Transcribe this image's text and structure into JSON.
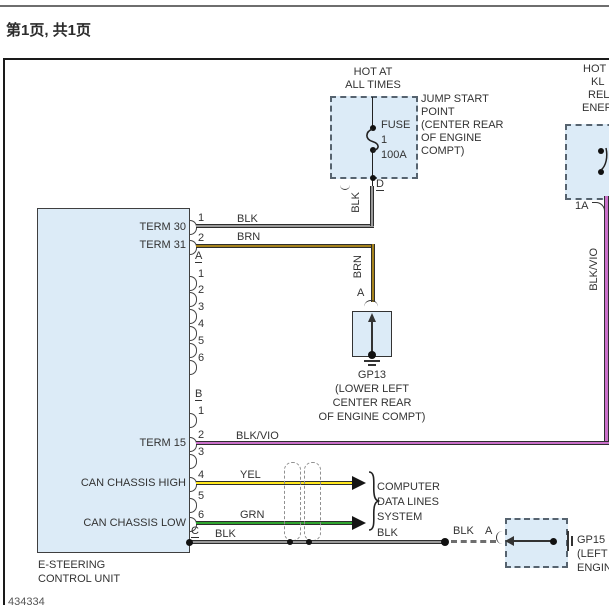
{
  "page": {
    "label": "第1页, 共1页",
    "doc_number": "434334"
  },
  "colors": {
    "box-fill": "#dcebf7",
    "wire-blk": "#9a9a9a",
    "wire-brn": "#a5821c",
    "wire-vio": "#ca70ca",
    "wire-yel": "#ffe71e",
    "wire-grn": "#2fa42f"
  },
  "power_fuse": {
    "title_line1": "HOT AT",
    "title_line2": "ALL TIMES",
    "fuse_name": "FUSE",
    "fuse_number": "1",
    "fuse_rating": "100A",
    "note_line1": "JUMP START",
    "note_line2": "POINT",
    "note_line3": "(CENTER REAR",
    "note_line4": "OF ENGINE",
    "note_line5": "COMPT)",
    "connector": "D"
  },
  "power_relay": {
    "title_line1": "HOT",
    "title_line2": "KL",
    "title_line3": "REL",
    "title_line4": "ENERG",
    "connector": "1A"
  },
  "ground_gp13": {
    "connector": "A",
    "name": "GP13",
    "loc_line1": "(LOWER LEFT",
    "loc_line2": "CENTER REAR",
    "loc_line3": "OF ENGINE COMPT)"
  },
  "ground_gp15": {
    "connector": "A",
    "name": "GP15",
    "loc_line1": "(LEFT",
    "loc_line2": "ENGIN"
  },
  "data_lines": {
    "line1": "COMPUTER",
    "line2": "DATA LINES",
    "line3": "SYSTEM"
  },
  "wires": {
    "blk": "BLK",
    "brn": "BRN",
    "blkvio": "BLK/VIO",
    "yel": "YEL",
    "grn": "GRN"
  },
  "unit": {
    "name_line1": "E-STEERING",
    "name_line2": "CONTROL UNIT",
    "terminals": {
      "t30": "TERM 30",
      "t31": "TERM 31",
      "t15": "TERM 15",
      "can_high": "CAN CHASSIS HIGH",
      "can_low": "CAN CHASSIS LOW"
    },
    "connectors": {
      "a": "A",
      "b": "B",
      "c": "C"
    },
    "pins": {
      "g1": [
        "1",
        "2"
      ],
      "g2": [
        "1",
        "2",
        "3",
        "4",
        "5",
        "6"
      ],
      "g3": [
        "1",
        "2",
        "3",
        "4",
        "5",
        "6"
      ]
    }
  }
}
